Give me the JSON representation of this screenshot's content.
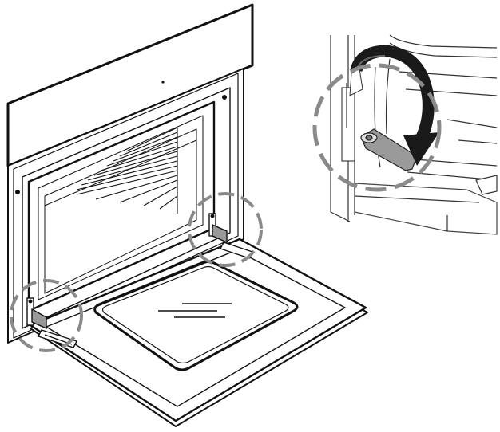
{
  "figure": {
    "ink_color": "#111111",
    "callout_color": "#8a8a8a",
    "arrow_color": "#1a1a1a",
    "lever_color": "#9a9a9a",
    "detail_circles": [
      {
        "name": "left-hinge-callout"
      },
      {
        "name": "right-hinge-callout"
      },
      {
        "name": "detail-view-callout"
      }
    ],
    "icons": [
      "oven-illustration",
      "oven-door",
      "hinge-left",
      "hinge-right",
      "hinge-lever",
      "rotate-arrow-icon"
    ]
  }
}
